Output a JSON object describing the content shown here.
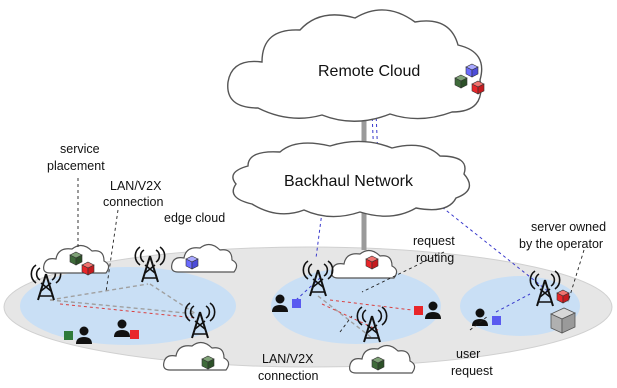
{
  "clouds": {
    "remote": "Remote Cloud",
    "backhaul": "Backhaul Network"
  },
  "labels": {
    "service_placement": [
      "service",
      "placement"
    ],
    "lan_v2x_top": [
      "LAN/V2X",
      "connection"
    ],
    "edge_cloud": "edge cloud",
    "request_routing": [
      "request",
      "routing"
    ],
    "server_owned": [
      "server owned",
      "by the operator"
    ],
    "lan_v2x_bottom": [
      "LAN/V2X",
      "connection"
    ],
    "user_request": [
      "user",
      "request"
    ]
  },
  "colors": {
    "region_fill": "#c9dff5",
    "ground_fill": "#e6e6e6",
    "cube_red": "#e8262a",
    "cube_blue": "#6b6bff",
    "cube_green": "#3f6b3a",
    "backhaul_link": "#9a9a9a",
    "dashed_blue": "#3a3acc",
    "dashed_red": "#d94040",
    "dashed_gray": "#a0a0a0"
  }
}
